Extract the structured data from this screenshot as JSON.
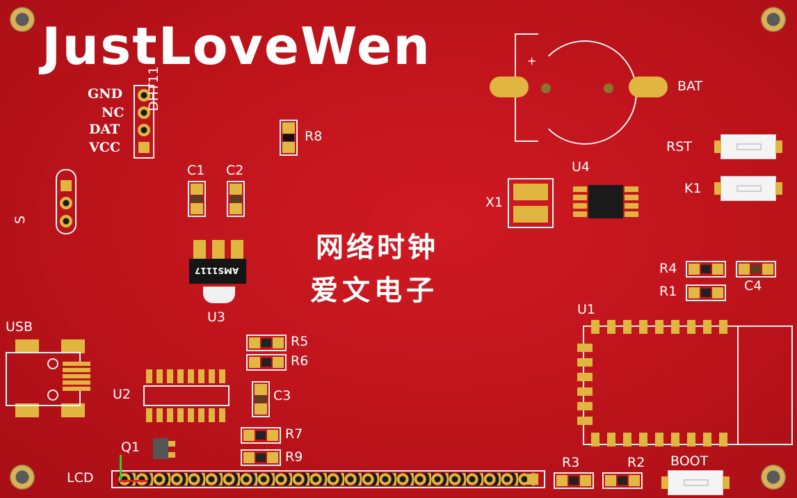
{
  "board": {
    "title": "JustLoveWen",
    "chinese_line1": "网络时钟",
    "chinese_line2": "爱文电子"
  },
  "dht11": {
    "ref": "DHT11",
    "pins": [
      "GND",
      "NC",
      "DAT",
      "VCC"
    ]
  },
  "labels": {
    "r8": "R8",
    "c1": "C1",
    "c2": "C2",
    "s": "S",
    "ams_chip": "AMS1117",
    "u3": "U3",
    "usb": "USB",
    "u2": "U2",
    "r5": "R5",
    "r6": "R6",
    "c3": "C3",
    "r7": "R7",
    "r9": "R9",
    "q1": "Q1",
    "lcd": "LCD",
    "bat": "BAT",
    "bat_plus": "+",
    "rst": "RST",
    "k1": "K1",
    "u4": "U4",
    "x1": "X1",
    "r4": "R4",
    "r1": "R1",
    "c4": "C4",
    "u1": "U1",
    "r3": "R3",
    "r2": "R2",
    "boot": "BOOT"
  },
  "colors": {
    "board": "#c0141c",
    "silkscreen": "#ffffff",
    "pad": "#e0b640"
  }
}
